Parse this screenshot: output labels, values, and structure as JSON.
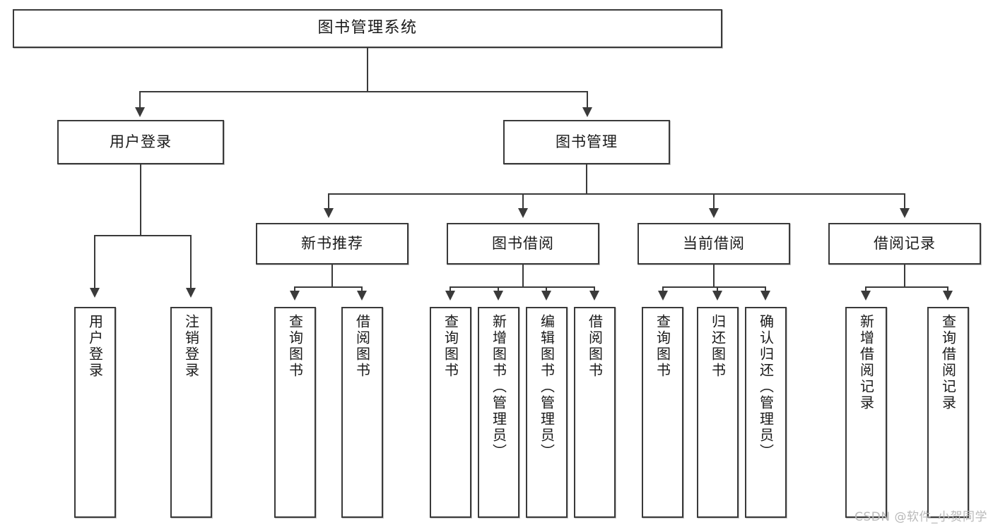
{
  "diagram": {
    "title": "图书管理系统",
    "type": "hierarchy-tree",
    "watermark": "CSDN @软件_小贺同学",
    "colors": {
      "stroke": "#3a3a3a",
      "box_fill": "#ffffff",
      "text": "#1a1a1a",
      "watermark": "#b9b9b9",
      "background": "#ffffff"
    }
  },
  "nodes": {
    "root": {
      "label": "图书管理系统"
    },
    "level2": [
      {
        "label": "用户登录"
      },
      {
        "label": "图书管理"
      }
    ],
    "level3": [
      {
        "label": "新书推荐"
      },
      {
        "label": "图书借阅"
      },
      {
        "label": "当前借阅"
      },
      {
        "label": "借阅记录"
      }
    ],
    "leaves": {
      "user_login": [
        {
          "label": "用户登录"
        },
        {
          "label": "注销登录"
        }
      ],
      "new_book_recommend": [
        {
          "label": "查询图书"
        },
        {
          "label": "借阅图书"
        }
      ],
      "book_borrow": [
        {
          "label": "查询图书"
        },
        {
          "label": "新增图书（管理员）"
        },
        {
          "label": "编辑图书（管理员）"
        },
        {
          "label": "借阅图书"
        }
      ],
      "current_borrow": [
        {
          "label": "查询图书"
        },
        {
          "label": "归还图书"
        },
        {
          "label": "确认归还（管理员）"
        }
      ],
      "borrow_records": [
        {
          "label": "新增借阅记录"
        },
        {
          "label": "查询借阅记录"
        }
      ]
    }
  }
}
